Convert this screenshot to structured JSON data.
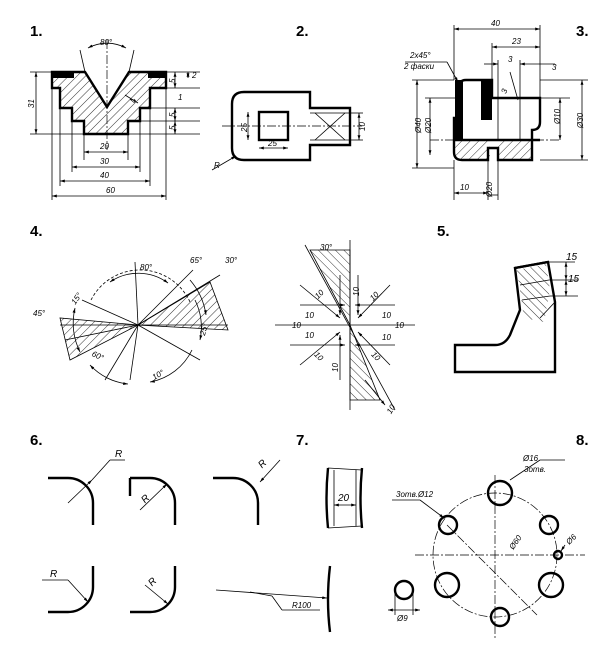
{
  "labels": [
    "1.",
    "2.",
    "3.",
    "4.",
    "5.",
    "6.",
    "7.",
    "8."
  ],
  "fig1": {
    "angle": "80°",
    "w20": "20",
    "w30": "30",
    "w40": "40",
    "w60": "60",
    "h5a": "5",
    "h2": "2",
    "h4": "4",
    "h1": "1",
    "h5b": "5",
    "h5c": "5",
    "h31": "31"
  },
  "fig2": {
    "sq25v": "25",
    "sq25h": "25",
    "d10": "10",
    "r": "R"
  },
  "fig3": {
    "len40": "40",
    "len23": "23",
    "len3a": "3",
    "len3b": "3",
    "chamfer1": "2x45°",
    "chamfer2": "2 фаски",
    "d40": "Ø40",
    "d20": "Ø20",
    "d10": "Ø10",
    "d30": "Ø30",
    "b10": "10",
    "bd20": "Ø20",
    "r3": "3"
  },
  "fig4a": {
    "a80": "80°",
    "a65": "65°",
    "a30": "30°",
    "a45": "45°",
    "a15": "15°",
    "a25": "25°",
    "a60": "60°",
    "a10": "10°"
  },
  "fig4b": {
    "a30": "30°",
    "dims": [
      "10",
      "10",
      "10",
      "10",
      "10",
      "10",
      "10",
      "10",
      "10",
      "10",
      "10",
      "10",
      "10"
    ]
  },
  "fig5": {
    "d15a": "15",
    "d15b": "15"
  },
  "fig6": {
    "r1": "R",
    "r2": "R",
    "r3": "R",
    "r4": "R",
    "r5": "R",
    "r100": "R100"
  },
  "fig7": {
    "d20": "20"
  },
  "fig8": {
    "holes": "3отв.Ø12",
    "d16": "Ø16",
    "holes2": "3отв.",
    "d60": "Ø60",
    "d6": "Ø6",
    "d9": "Ø9"
  }
}
